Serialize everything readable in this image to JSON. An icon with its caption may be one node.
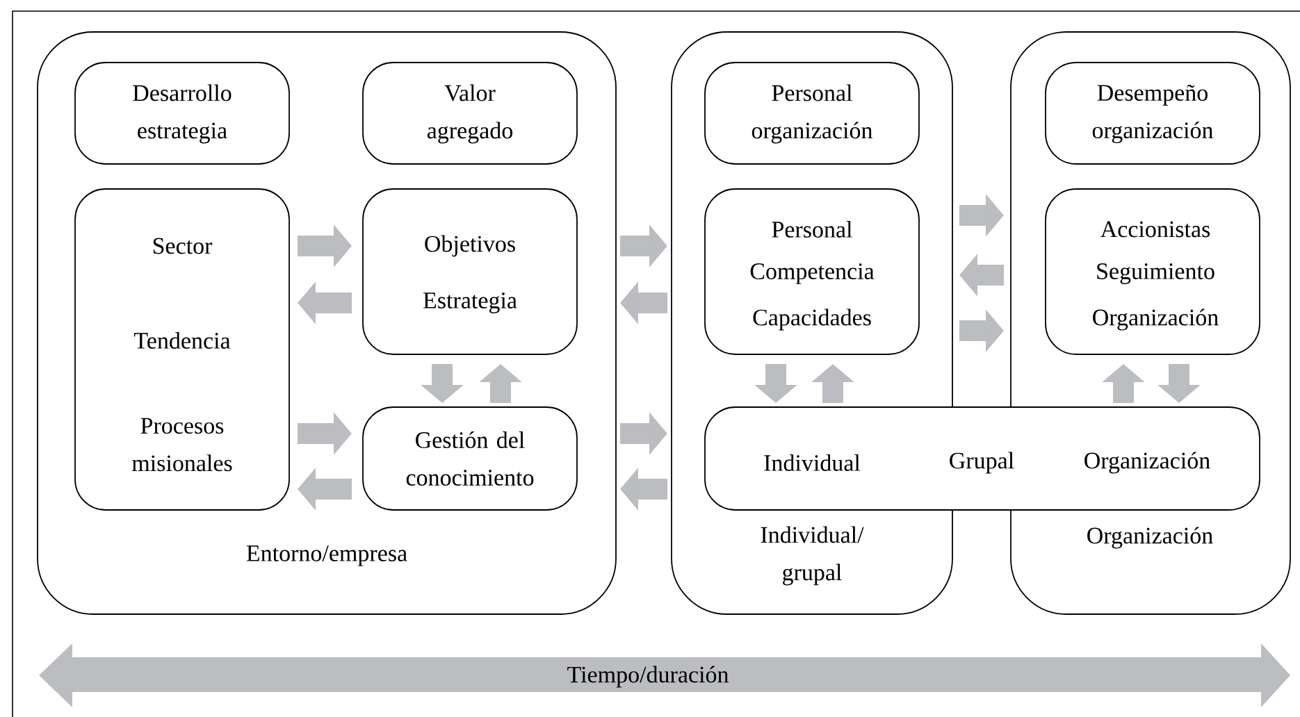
{
  "diagram": {
    "nodes": [
      {
        "text": [
          "Entorno/empresa"
        ]
      },
      {
        "text": [
          "Desarrollo estrategia"
        ],
        "in": 0
      },
      {
        "text": [
          "Valor agregado"
        ],
        "in": 0
      },
      {
        "text": [
          "Sector",
          "Tendencia",
          "Procesos misionales"
        ],
        "in": 0
      },
      {
        "text": [
          "Objetivos",
          "Estrategia"
        ],
        "in": 0
      },
      {
        "text": [
          "Gestión del conocimiento"
        ],
        "in": 0
      },
      {
        "text": [
          "Individual/ grupal"
        ]
      },
      {
        "text": [
          "Personal organización"
        ],
        "in": 6
      },
      {
        "text": [
          "Personal",
          "Competencia",
          "Capacidades"
        ],
        "in": 6
      },
      {
        "text": [
          "Organización"
        ]
      },
      {
        "text": [
          "Desempeño organización"
        ],
        "in": 9
      },
      {
        "text": [
          "Accionistas",
          "Seguimiento",
          "Organización"
        ],
        "in": 9
      },
      {
        "text": [
          "Individual",
          "Grupal",
          "Organización"
        ]
      },
      {
        "text": [
          "Tiempo/duración"
        ]
      }
    ],
    "edges": [
      {
        "from": 3,
        "to": 4,
        "arrow": "to"
      },
      {
        "from": 4,
        "to": 3,
        "arrow": "to"
      },
      {
        "from": 4,
        "to": 5,
        "arrow": "to"
      },
      {
        "from": 5,
        "to": 4,
        "arrow": "to"
      },
      {
        "from": 3,
        "to": 5,
        "arrow": "to"
      },
      {
        "from": 5,
        "to": 3,
        "arrow": "to"
      },
      {
        "from": 0,
        "to": 6,
        "arrow": "to"
      },
      {
        "from": 6,
        "to": 0,
        "arrow": "to"
      },
      {
        "from": 0,
        "to": 6,
        "arrow": "to"
      },
      {
        "from": 6,
        "to": 0,
        "arrow": "to"
      },
      {
        "from": 6,
        "to": 9,
        "arrow": "to"
      },
      {
        "from": 9,
        "to": 6,
        "arrow": "to"
      },
      {
        "from": 6,
        "to": 9,
        "arrow": "to"
      },
      {
        "from": 8,
        "to": 12,
        "arrow": "to"
      },
      {
        "from": 12,
        "to": 8,
        "arrow": "to"
      },
      {
        "from": 12,
        "to": 11,
        "arrow": "to"
      },
      {
        "from": 11,
        "to": 12,
        "arrow": "to"
      }
    ]
  }
}
